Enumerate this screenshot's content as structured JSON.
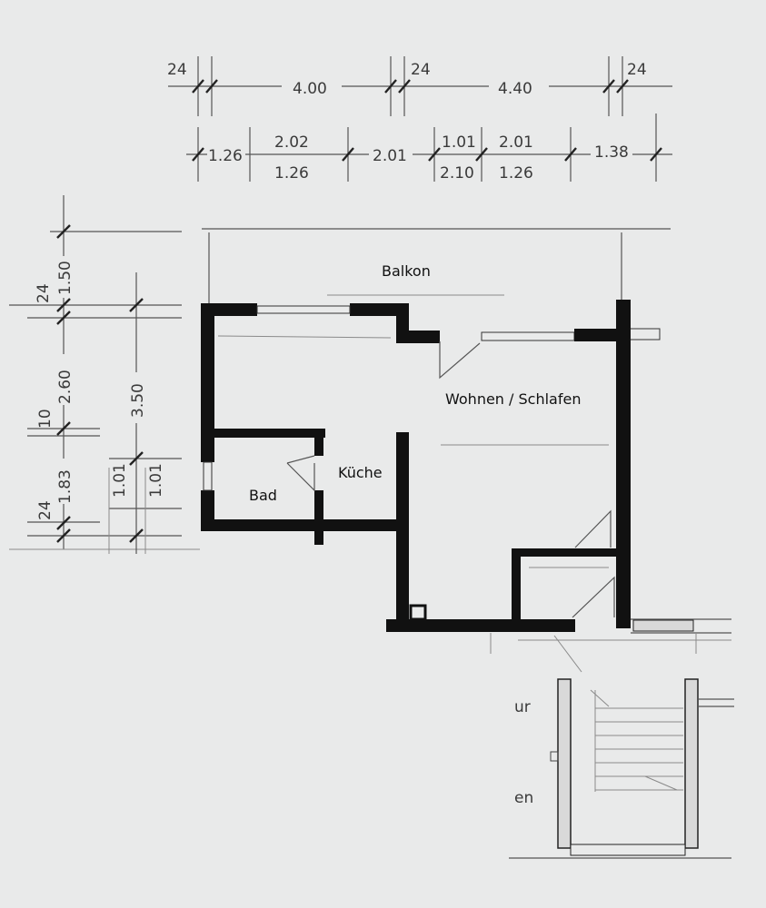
{
  "dimensions": {
    "top_row1": [
      "24",
      "4.00",
      "24",
      "4.40",
      "24"
    ],
    "top_row2_upper": [
      "1.26",
      "2.02",
      "2.01",
      "1.01",
      "2.01",
      "1.38"
    ],
    "top_row2_lower": [
      "1.26",
      "2.10",
      "1.26"
    ],
    "left_col1": [
      "24",
      "1.50",
      "2.60",
      "10",
      "1.83",
      "24"
    ],
    "left_col2": [
      "3.50",
      "1.01",
      "1.01"
    ]
  },
  "rooms": {
    "balkon": "Balkon",
    "wohnen": "Wohnen / Schlafen",
    "kueche": "Küche",
    "bad": "Bad"
  },
  "partial_text": [
    "ur",
    "en"
  ]
}
